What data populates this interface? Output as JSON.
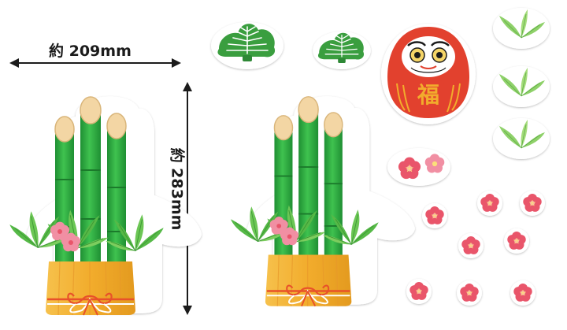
{
  "dimensions": {
    "width_label": "約 209mm",
    "height_label": "約 283mm"
  },
  "daruma": {
    "character": "福"
  },
  "colors": {
    "bamboo_green": "#2fb24a",
    "bamboo_dark": "#1f8f33",
    "leaf_green": "#56b947",
    "pine_green": "#3a9e3f",
    "plum_pink": "#e9556a",
    "blossom_pink": "#f18fa3",
    "daruma_red": "#e2412e",
    "pot_gold": "#f2ac2c",
    "rope_orange": "#e8512a",
    "cream": "#f3d6a4",
    "light_leaf": "#8fd16a"
  },
  "stickers": [
    {
      "name": "kadomatsu-sticker-large"
    },
    {
      "name": "kadomatsu-sticker-medium"
    },
    {
      "name": "pine-sticker-large"
    },
    {
      "name": "pine-sticker-small"
    },
    {
      "name": "daruma-sticker"
    },
    {
      "name": "bamboo-leaf-sticker"
    },
    {
      "name": "plum-blossom-sticker"
    }
  ]
}
